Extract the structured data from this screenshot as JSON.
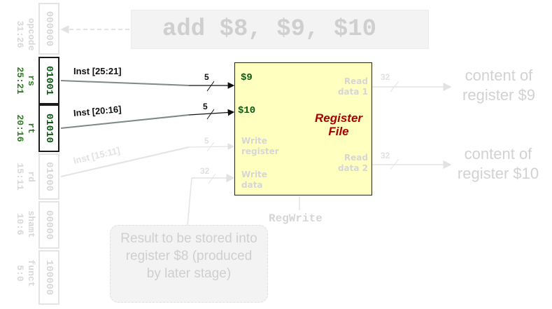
{
  "instruction": {
    "text": "add $8, $9, $10"
  },
  "fields": [
    {
      "id": "opcode",
      "name": "opcode",
      "bits": "31:26",
      "value": "000000",
      "active": false
    },
    {
      "id": "rs",
      "name": "rs",
      "bits": "25:21",
      "value": "01001",
      "active": true
    },
    {
      "id": "rt",
      "name": "rt",
      "bits": "20:16",
      "value": "01010",
      "active": true
    },
    {
      "id": "rd",
      "name": "rd",
      "bits": "15:11",
      "value": "01000",
      "active": false
    },
    {
      "id": "shamt",
      "name": "shamt",
      "bits": "10:6",
      "value": "00000",
      "active": false
    },
    {
      "id": "funct",
      "name": "funct",
      "bits": "5:0",
      "value": "100000",
      "active": false
    }
  ],
  "wires": {
    "rs_label": "Inst [25:21]",
    "rt_label": "Inst [20:16]",
    "rd_label": "Inst [15:11]",
    "rs_width": "5",
    "rt_width": "5",
    "rd_width": "5",
    "wd_width": "32",
    "rd1_width": "32",
    "rd2_width": "32"
  },
  "register_file": {
    "title_line1": "Register",
    "title_line2": "File",
    "read_reg1_value": "$9",
    "read_reg2_value": "$10",
    "write_register_label": "Write register",
    "write_data_label": "Write data",
    "read_data1_label": "Read data 1",
    "read_data2_label": "Read data 2",
    "regwrite_label": "RegWrite"
  },
  "outputs": {
    "out1_line1": "content of",
    "out1_line2": "register $9",
    "out2_line1": "content of",
    "out2_line2": "register $10"
  },
  "note": {
    "text": "Result to be stored into register $8 (produced by later stage)"
  },
  "colors": {
    "active_green": "#0d5a12",
    "rf_fill": "#ffffc0",
    "title_red": "#a80000",
    "dim_gray": "#d8d8d8"
  }
}
